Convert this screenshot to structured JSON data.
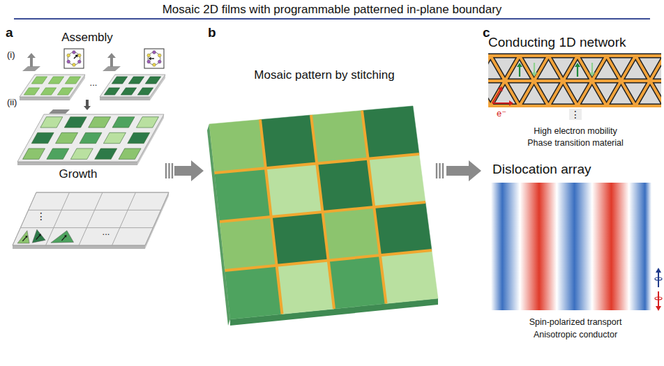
{
  "diagram": {
    "title": "Mosaic 2D films with programmable patterned in-plane boundary",
    "nodes": [
      {
        "text": [
          "a",
          "Assembly",
          "Growth"
        ]
      },
      {
        "text": [
          "b",
          "Mosaic pattern by stitching"
        ]
      },
      {
        "text": [
          "c",
          "Conducting 1D network",
          "High electron mobility",
          "Phase transition material",
          "Dislocation array",
          "Spin-polarized transport",
          "Anisotropic conductor"
        ]
      }
    ],
    "edges": [
      {
        "from": 0,
        "to": 1,
        "arrow": "to"
      },
      {
        "from": 1,
        "to": 2,
        "arrow": "to"
      }
    ],
    "labels": [
      "(i)",
      "...",
      "(ii)",
      "⋮",
      "...",
      "e⁻",
      "⋮"
    ]
  }
}
